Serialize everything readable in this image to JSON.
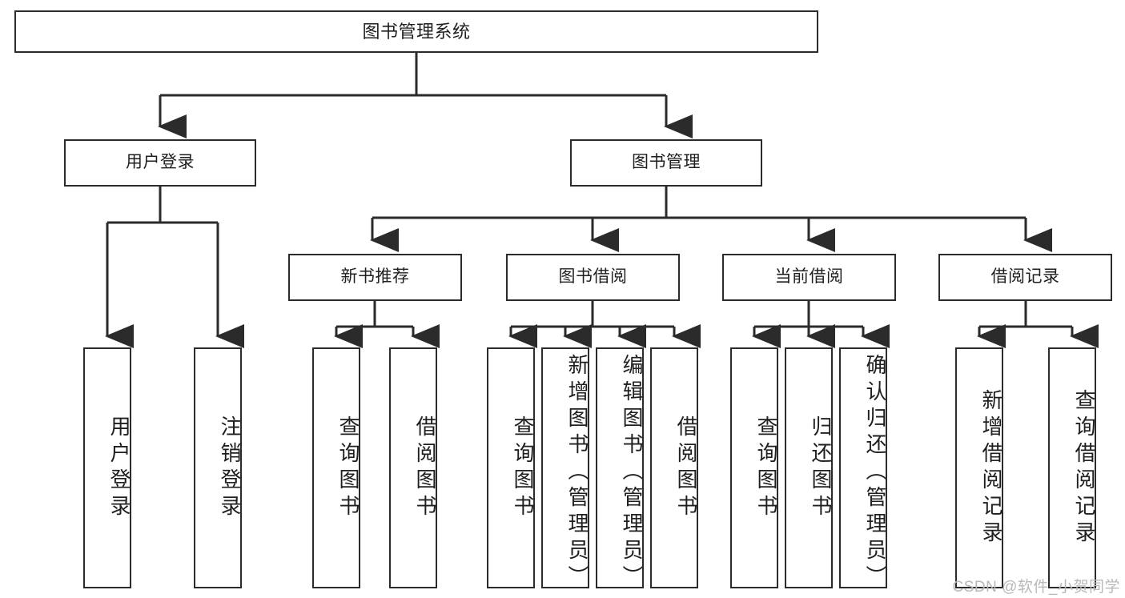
{
  "diagram": {
    "title": "图书管理系统",
    "watermark": "CSDN @软件_小贺同学",
    "line_color": "#2b2b2b",
    "box_border_color": "#2b2b2b",
    "box_fill_color": "#ffffff",
    "text_color": "#1f1f1f",
    "watermark_color": "#b9b9b9"
  },
  "nodes": {
    "root": {
      "label": "图书管理系统"
    },
    "level2": [
      {
        "label": "用户登录"
      },
      {
        "label": "图书管理"
      }
    ],
    "level3": [
      {
        "label": "新书推荐"
      },
      {
        "label": "图书借阅"
      },
      {
        "label": "当前借阅"
      },
      {
        "label": "借阅记录"
      }
    ],
    "leaves": {
      "user_login": [
        {
          "label": "用户登录"
        },
        {
          "label": "注销登录"
        }
      ],
      "new_book_recommend": [
        {
          "label": "查询图书"
        },
        {
          "label": "借阅图书"
        }
      ],
      "book_borrow": [
        {
          "label": "查询图书"
        },
        {
          "label": "新增图书（管理员）"
        },
        {
          "label": "编辑图书（管理员）"
        },
        {
          "label": "借阅图书"
        }
      ],
      "current_borrow": [
        {
          "label": "查询图书"
        },
        {
          "label": "归还图书"
        },
        {
          "label": "确认归还（管理员）"
        }
      ],
      "borrow_record": [
        {
          "label": "新增借阅记录"
        },
        {
          "label": "查询借阅记录"
        }
      ]
    }
  },
  "chart_data": {
    "type": "tree-diagram",
    "title": "图书管理系统",
    "orientation": "top-down",
    "levels": 4,
    "tree": {
      "name": "图书管理系统",
      "children": [
        {
          "name": "用户登录",
          "children": [
            {
              "name": "用户登录"
            },
            {
              "name": "注销登录"
            }
          ]
        },
        {
          "name": "图书管理",
          "children": [
            {
              "name": "新书推荐",
              "children": [
                {
                  "name": "查询图书"
                },
                {
                  "name": "借阅图书"
                }
              ]
            },
            {
              "name": "图书借阅",
              "children": [
                {
                  "name": "查询图书"
                },
                {
                  "name": "新增图书（管理员）"
                },
                {
                  "name": "编辑图书（管理员）"
                },
                {
                  "name": "借阅图书"
                }
              ]
            },
            {
              "name": "当前借阅",
              "children": [
                {
                  "name": "查询图书"
                },
                {
                  "name": "归还图书"
                },
                {
                  "name": "确认归还（管理员）"
                }
              ]
            },
            {
              "name": "借阅记录",
              "children": [
                {
                  "name": "新增借阅记录"
                },
                {
                  "name": "查询借阅记录"
                }
              ]
            }
          ]
        }
      ]
    }
  }
}
